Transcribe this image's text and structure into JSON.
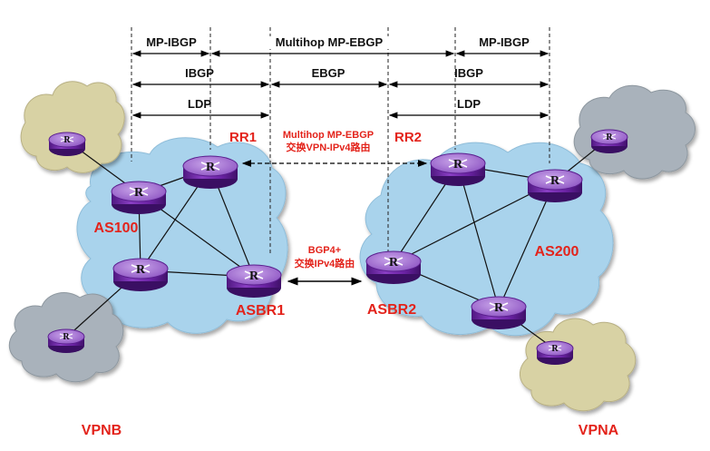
{
  "protocol_labels": {
    "mp_ibgp_left": "MP-IBGP",
    "multihop_mp_ebgp": "Multihop MP-EBGP",
    "mp_ibgp_right": "MP-IBGP",
    "ibgp_left": "IBGP",
    "ebgp": "EBGP",
    "ibgp_right": "IBGP",
    "ldp_left": "LDP",
    "ldp_right": "LDP"
  },
  "nodes": {
    "rr1": "RR1",
    "rr2": "RR2",
    "asbr1": "ASBR1",
    "asbr2": "ASBR2",
    "as100": "AS100",
    "as200": "AS200",
    "vpnb": "VPNB",
    "vpna": "VPNA",
    "router_symbol": "R"
  },
  "annotations": {
    "rr_session_line1": "Multihop MP-EBGP",
    "rr_session_line2": "交换VPN-IPv4路由",
    "asbr_session_line1": "BGP4+",
    "asbr_session_line2": "交换IPv4路由"
  },
  "colors": {
    "backbone_cloud": "#a9d3ec",
    "vpn_cloud_tan": "#d8d2a4",
    "vpn_cloud_gray": "#a9b2bb",
    "router": "#7a2fb0",
    "label_red": "#e3231b"
  }
}
